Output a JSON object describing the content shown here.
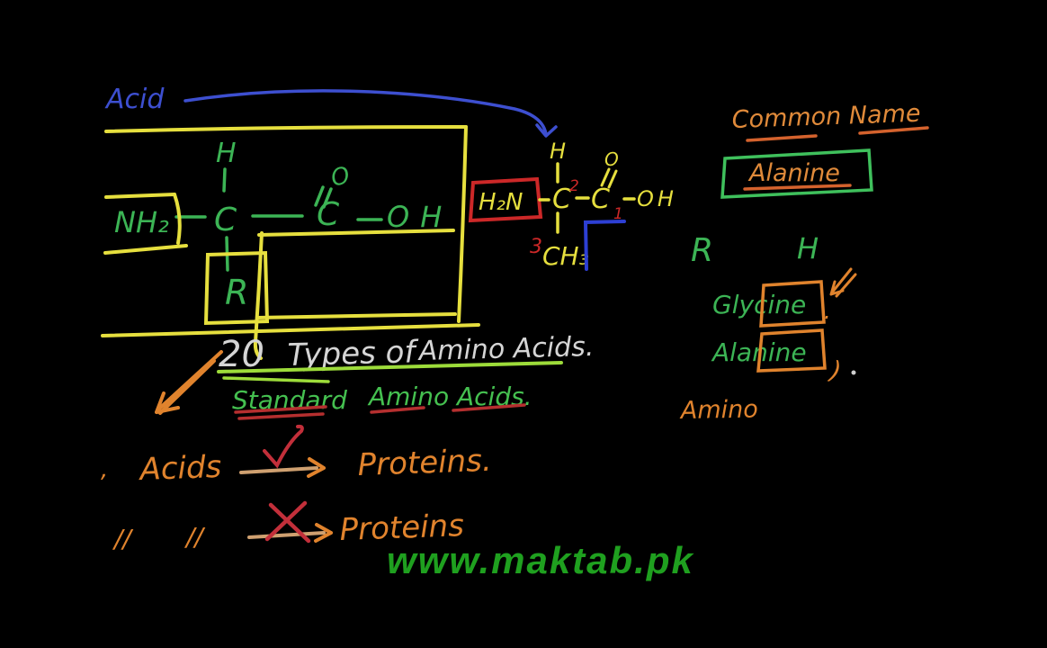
{
  "colors": {
    "background": "#000000",
    "chalk_yellow": "#e6df3e",
    "chalk_green": "#3cb455",
    "bright_green": "#45c050",
    "box_green": "#3fc05c",
    "chalk_orange": "#e0832d",
    "orange_red_underline": "#d4622d",
    "chalk_blue": "#3d4fd0",
    "bracket_blue": "#2d3fd4",
    "chalk_red": "#cc2828",
    "mark_red": "#c22f3a",
    "chalk_white": "#d5d5d5",
    "lime_underline": "#9ddc3a",
    "arrow_tan": "#cfa070",
    "watermark_green": "#1fa01f"
  },
  "acid_pointer": {
    "label": "Acid"
  },
  "general_structure": {
    "amine": "NH₂",
    "hydrogen": "H",
    "alpha_carbon": "C",
    "carboxyl_carbon": "C",
    "oxygen": "O",
    "hydroxyl": "OH",
    "r_group": "R"
  },
  "alanine_structure": {
    "amine": "H₂N",
    "hydrogen": "H",
    "alpha_carbon": "C",
    "alpha_number": "2",
    "carboxyl_carbon": "C",
    "carboxyl_number": "1",
    "oxygen": "O",
    "hydroxyl": "OH",
    "methyl_number": "3",
    "methyl": "CH₃"
  },
  "naming_panel": {
    "heading": "Common Name",
    "boxed_name": "Alanine",
    "r_letter": "R",
    "h_letter": "H",
    "glycine": "Glycine",
    "glycine_period": ".",
    "alanine": "Alanine",
    "curl_mark": ")",
    "amino_word": "Amino"
  },
  "notes": {
    "count": "20",
    "types_of": "Types of",
    "amino_acids": "Amino Acids.",
    "standard": "Standard",
    "standard_amino_acids": "Amino Acids."
  },
  "summary": {
    "lead_mark": ",",
    "acids": "Acids",
    "proteins_yes": "Proteins.",
    "ditto_marks": "//",
    "ditto_marks_2": "//",
    "proteins_no": "Proteins"
  },
  "watermark": {
    "text": "www.maktab.pk"
  }
}
